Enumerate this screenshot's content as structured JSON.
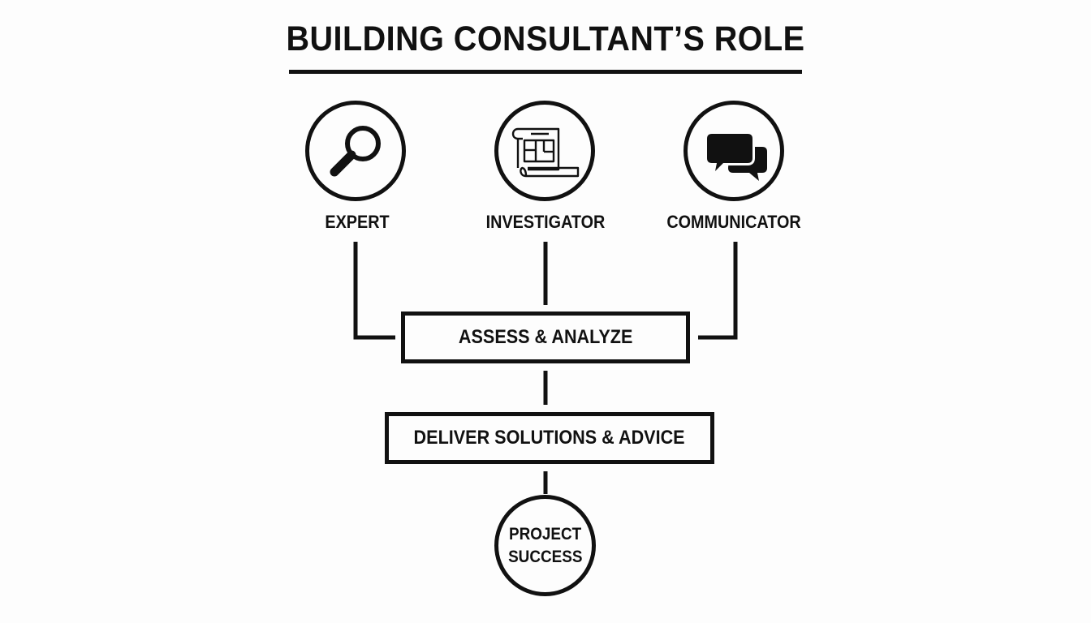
{
  "title": "BUILDING CONSULTANT’S ROLE",
  "roles": [
    {
      "label": "EXPERT",
      "icon": "magnifying-glass-icon"
    },
    {
      "label": "INVESTIGATOR",
      "icon": "blueprint-scroll-icon"
    },
    {
      "label": "COMMUNICATOR",
      "icon": "speech-bubbles-icon"
    }
  ],
  "steps": [
    {
      "label": "ASSESS & ANALYZE"
    },
    {
      "label": "DELIVER SOLUTIONS & ADVICE"
    }
  ],
  "outcome": {
    "line1": "PROJECT",
    "line2": "SUCCESS"
  },
  "colors": {
    "ink": "#111111",
    "background": "#fdfdfd"
  }
}
